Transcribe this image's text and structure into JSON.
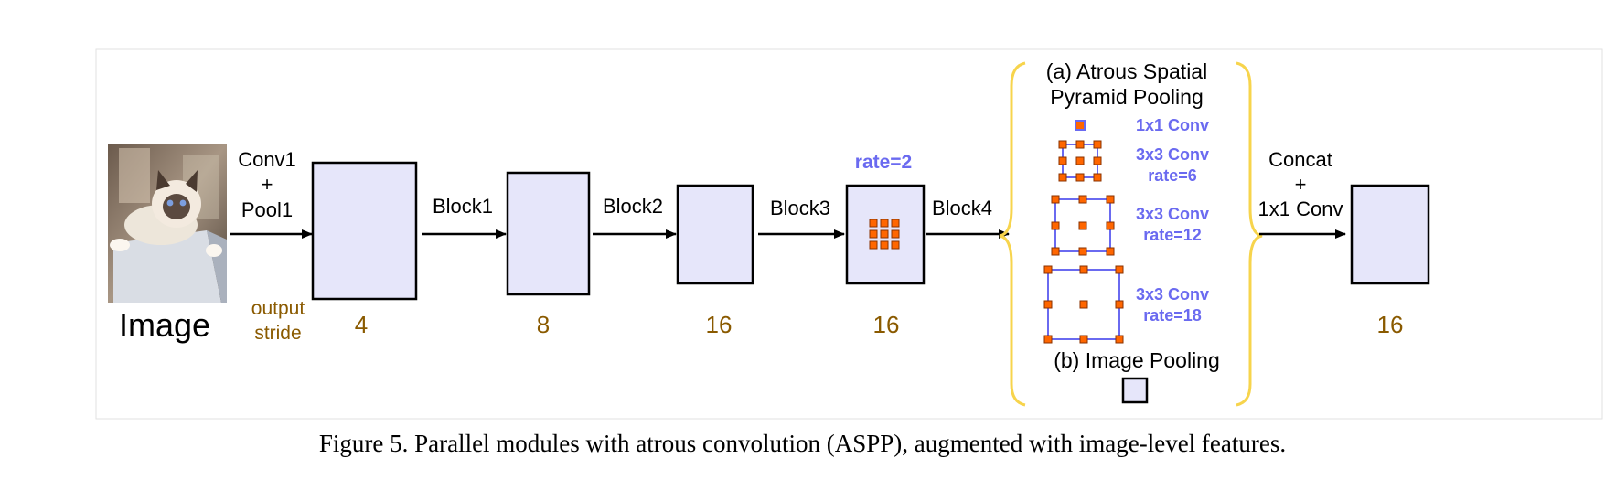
{
  "colors": {
    "feature_fill": "#e6e6fa",
    "stroke": "#000000",
    "stride_color": "#8a5a00",
    "conv_label_color": "#6a6af0",
    "kernel_fill": "#ff6600",
    "kernel_stroke": "#8a3200",
    "brace_color": "#f7d44c",
    "frame_border": "#e2e2e2"
  },
  "image": {
    "label": "Image",
    "icon": "cat-photo-icon"
  },
  "stem": {
    "line1": "Conv1",
    "line2": "+",
    "line3": "Pool1"
  },
  "output_stride": {
    "line1": "output",
    "line2": "stride"
  },
  "blocks": [
    {
      "label": "Block1",
      "stride": "4"
    },
    {
      "label": "Block2",
      "stride": "8"
    },
    {
      "label": "Block3",
      "stride": "16"
    },
    {
      "label": "Block4",
      "stride": "16"
    }
  ],
  "rate_label": "rate=2",
  "aspp": {
    "title_line1": "(a) Atrous Spatial",
    "title_line2": "Pyramid Pooling",
    "convs": [
      {
        "line1": "1x1 Conv",
        "line2": ""
      },
      {
        "line1": "3x3 Conv",
        "line2": "rate=6"
      },
      {
        "line1": "3x3 Conv",
        "line2": "rate=12"
      },
      {
        "line1": "3x3 Conv",
        "line2": "rate=18"
      }
    ],
    "pooling_label": "(b) Image Pooling"
  },
  "concat": {
    "line1": "Concat",
    "line2": "+",
    "line3": "1x1 Conv"
  },
  "final_stride": "16",
  "caption": "Figure 5. Parallel modules with atrous convolution (ASPP), augmented with image-level features."
}
